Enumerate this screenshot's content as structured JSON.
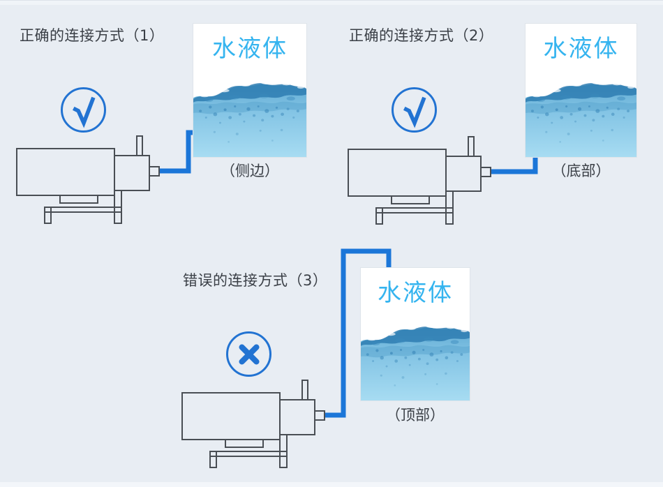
{
  "colors": {
    "background": "#e8edf3",
    "accent_circle_blue": "#2273d2",
    "pipe_blue": "#1b76d8",
    "water_label_blue": "#35b4ef",
    "text_dark": "#3a3f46",
    "pump_outline_gray": "#494e54",
    "wave_dark_blue": "#2e7cb2",
    "water_light_blue": "#a7dcf2"
  },
  "sections": [
    {
      "title": "正确的连接方式（1）",
      "mark": "check",
      "tank_label": "水液体",
      "position_label": "（侧边）"
    },
    {
      "title": "正确的连接方式（2）",
      "mark": "check",
      "tank_label": "水液体",
      "position_label": "（底部）"
    },
    {
      "title": "错误的连接方式（3）",
      "mark": "cross",
      "tank_label": "水液体",
      "position_label": "（顶部）"
    }
  ]
}
